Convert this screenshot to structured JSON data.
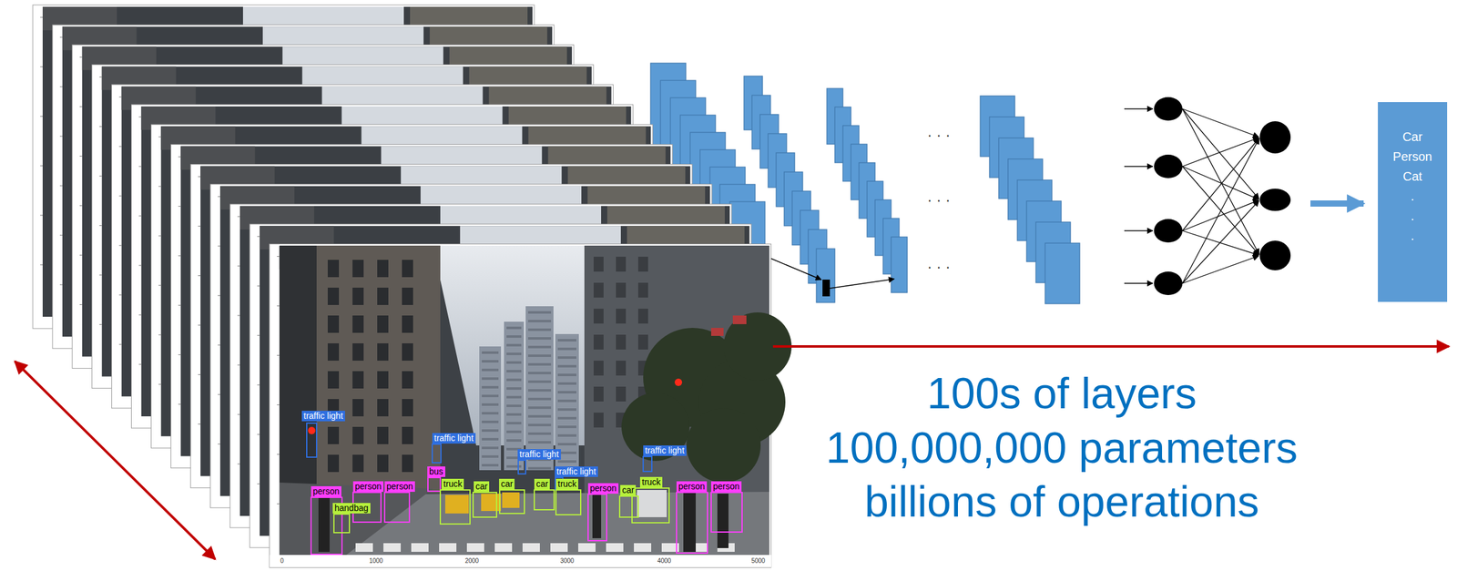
{
  "diagram": {
    "nodes": [
      {
        "text": [
          "Car Person Cat . . ."
        ]
      }
    ],
    "labels": [
      "100s of layers",
      "100,000,000 parameters",
      "billions of operations",
      "· · ·",
      "· · ·",
      "· · ·",
      "traffic light",
      "traffic light",
      "traffic light",
      "traffic light",
      "traffic light",
      "bus",
      "truck",
      "car",
      "car",
      "car",
      "truck",
      "person",
      "car",
      "truck",
      "person",
      "person",
      "person",
      "handbag",
      "person",
      "person",
      "0",
      "1000",
      "2000",
      "3000",
      "4000",
      "5000"
    ]
  }
}
